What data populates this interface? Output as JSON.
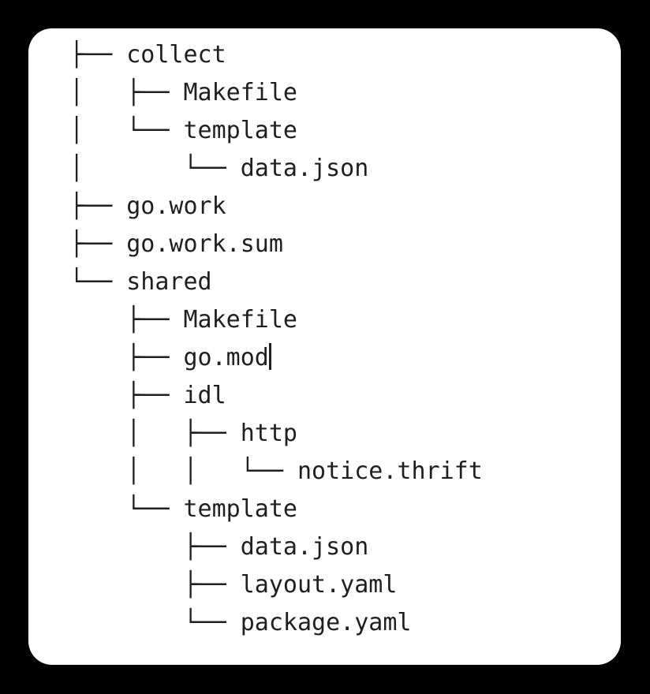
{
  "colors": {
    "background": "#000000",
    "card": "#ffffff",
    "text": "#1f1f1f",
    "caret": "#1f1f1f"
  },
  "tree": {
    "caret_after": "go.mod",
    "lines": [
      {
        "prefix": "├── ",
        "name": "collect"
      },
      {
        "prefix": "│   ├── ",
        "name": "Makefile"
      },
      {
        "prefix": "│   └── ",
        "name": "template"
      },
      {
        "prefix": "│       └── ",
        "name": "data.json"
      },
      {
        "prefix": "├── ",
        "name": "go.work"
      },
      {
        "prefix": "├── ",
        "name": "go.work.sum"
      },
      {
        "prefix": "└── ",
        "name": "shared"
      },
      {
        "prefix": "    ├── ",
        "name": "Makefile"
      },
      {
        "prefix": "    ├── ",
        "name": "go.mod",
        "caret": true
      },
      {
        "prefix": "    ├── ",
        "name": "idl"
      },
      {
        "prefix": "    │   ├── ",
        "name": "http"
      },
      {
        "prefix": "    │   │   └── ",
        "name": "notice.thrift"
      },
      {
        "prefix": "    └── ",
        "name": "template"
      },
      {
        "prefix": "        ├── ",
        "name": "data.json"
      },
      {
        "prefix": "        ├── ",
        "name": "layout.yaml"
      },
      {
        "prefix": "        └── ",
        "name": "package.yaml"
      }
    ]
  }
}
